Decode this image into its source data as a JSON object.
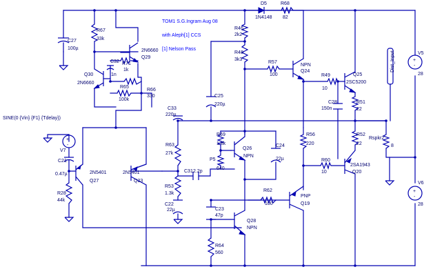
{
  "title_lines": [
    "TOM1  S.G.Ingram Aug 08",
    "with Aleph[1] CCS",
    "[1] Nelson Pass"
  ],
  "source_expr": "SINE(0 {Vin} {F1} {Tdelay})",
  "probe_label": "Dist_Input",
  "components": {
    "R67": {
      "name": "R67",
      "value": "33k"
    },
    "C27": {
      "name": "C27",
      "value": "100µ"
    },
    "Q29": {
      "name": "Q29",
      "value": "2N6660"
    },
    "R71": {
      "name": "R71",
      "value": "1k"
    },
    "C32": {
      "name": "C32",
      "value": "1n"
    },
    "Q30": {
      "name": "Q30",
      "value": "2N6660"
    },
    "R65": {
      "name": "R65",
      "value": "100k"
    },
    "R66": {
      "name": "R66",
      "value": "330"
    },
    "D5": {
      "name": "D5",
      "value": "1N4148"
    },
    "R68": {
      "name": "R68",
      "value": "82"
    },
    "R46": {
      "name": "R46",
      "value": "2k2"
    },
    "R48": {
      "name": "R48",
      "value": "3k3"
    },
    "R57": {
      "name": "R57",
      "value": "100"
    },
    "Q24": {
      "name": "Q24",
      "value": "NPN"
    },
    "R49": {
      "name": "R49",
      "value": "10"
    },
    "Q25": {
      "name": "Q25",
      "value": "2SC5200"
    },
    "C28": {
      "name": "C28",
      "value": "150n"
    },
    "R51": {
      "name": "R51",
      "value": "22"
    },
    "R52": {
      "name": "R52",
      "value": "22"
    },
    "C25": {
      "name": "C25",
      "value": "220µ"
    },
    "C33": {
      "name": "C33",
      "value": "220µ"
    },
    "R69": {
      "name": "R69",
      "value": "1.8k"
    },
    "P5": {
      "name": "P5",
      "value": "640"
    },
    "Q26": {
      "name": "Q26",
      "value": "NPN"
    },
    "C24": {
      "name": "C24",
      "value": "22µ"
    },
    "R56": {
      "name": "R56",
      "value": "220"
    },
    "R60": {
      "name": "R60",
      "value": "10"
    },
    "Q20": {
      "name": "Q20",
      "value": "2SA1943"
    },
    "Rspkr2": {
      "name": "Rspkr2",
      "value": "8"
    },
    "V7": {
      "name": "V7",
      "value": ""
    },
    "C21": {
      "name": "C21",
      "value": "0.47µ"
    },
    "R28": {
      "name": "R28",
      "value": "44k"
    },
    "Q27": {
      "name": "Q27",
      "value": "2N5401"
    },
    "Q23": {
      "name": "Q23",
      "value": "2N5401"
    },
    "R63": {
      "name": "R63",
      "value": "27k"
    },
    "C31": {
      "name": "C31",
      "value": "2.2p"
    },
    "R53": {
      "name": "R53",
      "value": "1.3k"
    },
    "C22": {
      "name": "C22",
      "value": "22µ"
    },
    "C23": {
      "name": "C23",
      "value": "47p"
    },
    "Q28": {
      "name": "Q28",
      "value": "NPN"
    },
    "R64": {
      "name": "R64",
      "value": "560"
    },
    "R62": {
      "name": "R62",
      "value": "100"
    },
    "Q19": {
      "name": "Q19",
      "value": "PNP"
    },
    "V5": {
      "name": "V5",
      "value": "28"
    },
    "V6": {
      "name": "V6",
      "value": "28"
    }
  },
  "colors": {
    "wire": "#0000b0",
    "label": "#000070",
    "title": "#0000ff",
    "background": "#ffffff"
  }
}
